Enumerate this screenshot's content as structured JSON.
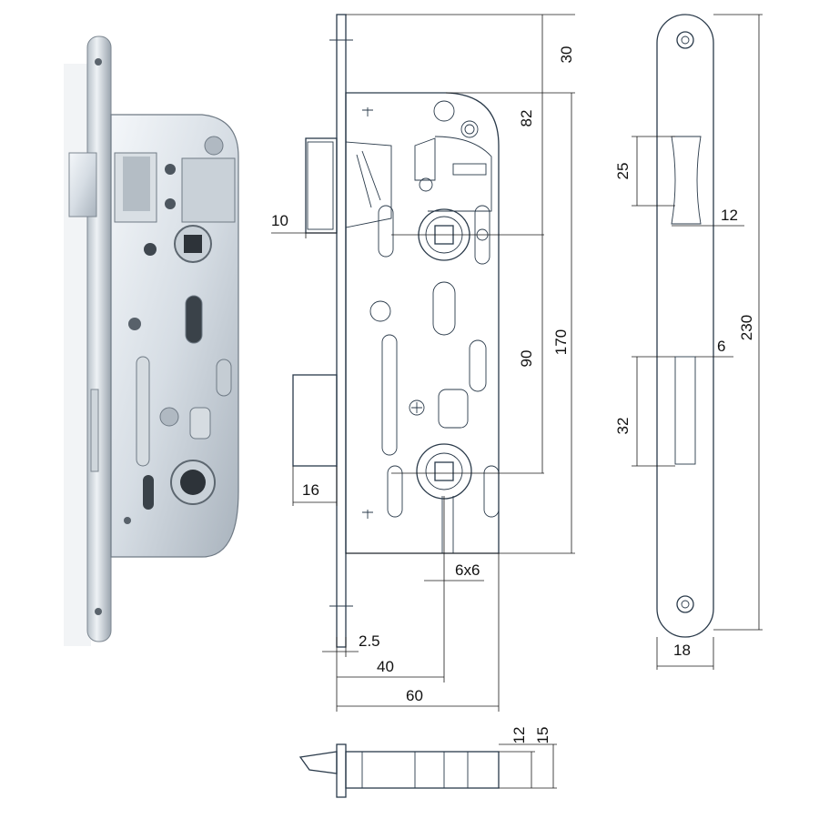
{
  "dimensions": {
    "d30": "30",
    "d82": "82",
    "d170": "170",
    "d90": "90",
    "d10": "10",
    "d16": "16",
    "d6x6": "6x6",
    "d2_5": "2.5",
    "d40": "40",
    "d60": "60",
    "d25": "25",
    "d12_side": "12",
    "d6": "6",
    "d230": "230",
    "d32": "32",
    "d18": "18",
    "d12_bottom": "12",
    "d15": "15"
  },
  "colors": {
    "line": "#2a3a4a",
    "metal_light": "#e6ecf2",
    "metal_dark": "#8c98a4"
  }
}
